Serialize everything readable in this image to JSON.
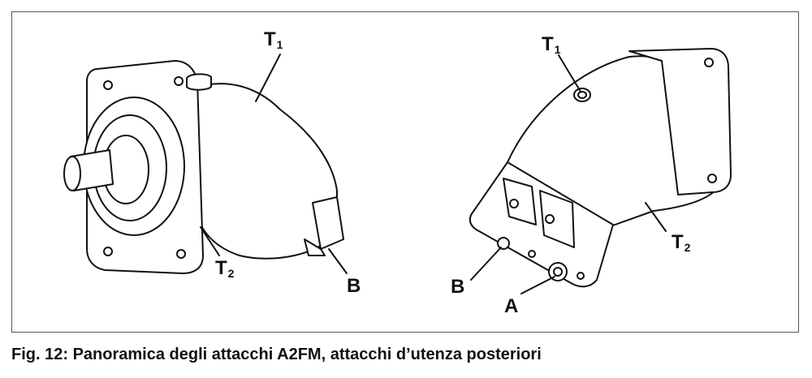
{
  "figure": {
    "caption": "Fig. 12: Panoramica degli attacchi A2FM, attacchi d’utenza posteriori",
    "left_motor": {
      "t1": {
        "main": "T",
        "sub": "1"
      },
      "t2": {
        "main": "T",
        "sub": "2"
      },
      "b": "B"
    },
    "right_motor": {
      "t1": {
        "main": "T",
        "sub": "1"
      },
      "t2": {
        "main": "T",
        "sub": "2"
      },
      "b": "B",
      "a": "A"
    }
  }
}
